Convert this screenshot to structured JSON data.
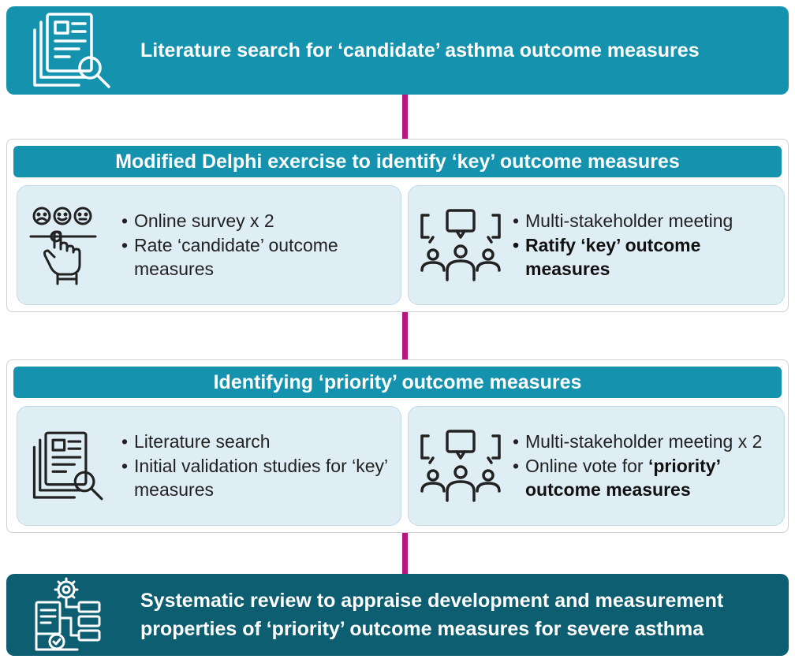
{
  "top_banner": {
    "text": "Literature search for ‘candidate’ asthma outcome measures",
    "icon": "document-search-icon"
  },
  "stage_delphi": {
    "title": "Modified Delphi exercise to identify ‘key’ outcome measures",
    "left_card": {
      "icon": "rating-survey-icon",
      "bullets": [
        "Online survey x 2",
        "Rate ‘candidate’ outcome measures"
      ]
    },
    "right_card": {
      "icon": "group-meeting-icon",
      "bullet_1": "Multi-stakeholder meeting",
      "bullet_2": "Ratify ‘key’ outcome measures"
    }
  },
  "stage_priority": {
    "title": "Identifying ‘priority’ outcome measures",
    "left_card": {
      "icon": "document-search-icon",
      "bullets": [
        "Literature search",
        "Initial validation studies for ‘key’ measures"
      ]
    },
    "right_card": {
      "icon": "group-meeting-icon",
      "bullet_1": "Multi-stakeholder meeting x 2",
      "bullet_2_prefix": "Online vote for ",
      "bullet_2_bold": "‘priority’ outcome measures"
    }
  },
  "bottom_banner": {
    "text": "Systematic review to appraise development and measurement properties of ‘priority’ outcome measures for severe asthma",
    "icon": "systematic-review-icon"
  },
  "colors": {
    "banner_teal": "#1593ae",
    "banner_dark": "#0d5e70",
    "connector": "#b5177c",
    "card_bg": "#deeef4"
  }
}
